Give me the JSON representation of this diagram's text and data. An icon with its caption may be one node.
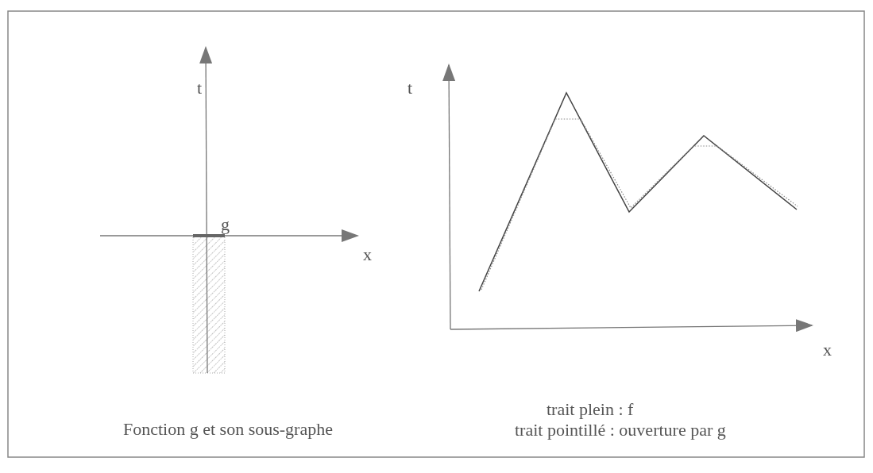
{
  "diagram": {
    "labels": [
      "t",
      "g",
      "x",
      "Fonction g et son sous-graphe",
      "t",
      "x",
      "trait plein : f",
      "trait pointillé : ouverture par g"
    ]
  }
}
